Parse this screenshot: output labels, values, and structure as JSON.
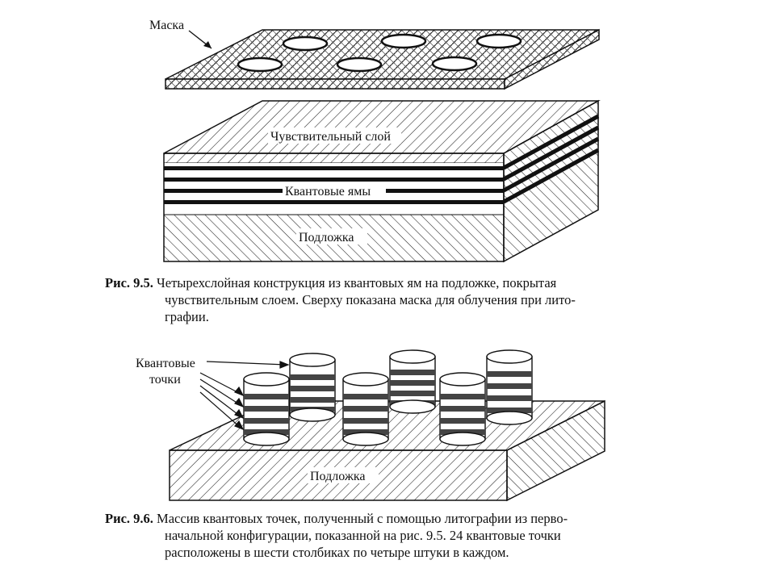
{
  "figure_9_5": {
    "label_mask": "Маска",
    "label_sensitive_layer": "Чувствительный слой",
    "label_quantum_wells": "Квантовые ямы",
    "label_substrate": "Подложка",
    "caption_number": "Рис. 9.5.",
    "caption_line1": "Четырехслойная конструкция из квантовых ям на подложке, покрытая",
    "caption_line2": "чувствительным слоем. Сверху показана маска для облучения при лито-",
    "caption_line3": "графии."
  },
  "figure_9_6": {
    "label_quantum_dots_1": "Квантовые",
    "label_quantum_dots_2": "точки",
    "label_substrate": "Подложка",
    "caption_number": "Рис. 9.6.",
    "caption_line1": "Массив квантовых точек, полученный с помощью литографии из перво-",
    "caption_line2": "начальной конфигурации, показанной на рис. 9.5. 24 квантовые точки",
    "caption_line3": "расположены в шести столбиках по четыре штуки в каждом."
  }
}
